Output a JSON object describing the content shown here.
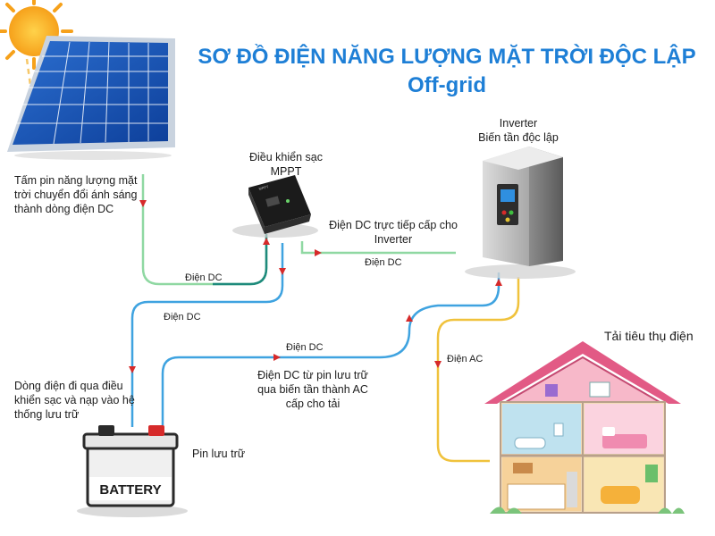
{
  "title": {
    "line1": "SƠ ĐỒ ĐIỆN NĂNG LƯỢNG MẶT TRỜI ĐỘC LẬP",
    "line2": "Off-grid"
  },
  "panel": {
    "description": [
      "Tấm pin năng lượng mặt",
      "trời chuyển đổi ánh sáng",
      "thành dòng điện DC"
    ]
  },
  "controller": {
    "label": [
      "Điều khiển sạc",
      "MPPT"
    ]
  },
  "inverter": {
    "label": [
      "Inverter",
      "Biến tần độc lập"
    ]
  },
  "flows": {
    "dc_direct_to_inverter": [
      "Điện DC trực tiếp cấp cho",
      "Inverter"
    ],
    "dc_inverter_label": "Điện DC",
    "dc_panel_label": "Điện DC",
    "dc_battery_label": "Điện DC",
    "dc_storage_label": "Điện DC",
    "storage_desc": [
      "Điện DC từ pin lưu trữ",
      "qua biến tần thành AC",
      "cấp cho tải"
    ],
    "ac_label": "Điện AC"
  },
  "battery": {
    "charge_desc": [
      "Dòng điện đi qua điều",
      "khiển sạc và nạp vào hệ",
      "thống lưu trữ"
    ],
    "label": "Pin lưu trữ",
    "case_text": "BATTERY"
  },
  "load": {
    "label": "Tải tiêu thụ điện"
  },
  "colors": {
    "title": "#1e7fd6",
    "wire_green": "#8fd8a2",
    "wire_teal": "#1e8a7c",
    "wire_blue": "#3fa3e0",
    "wire_ac": "#f0c23c",
    "arrow_red": "#d62a2a"
  },
  "icons": [
    "sun-icon",
    "solar-panel-icon",
    "mppt-controller-icon",
    "inverter-icon",
    "battery-icon",
    "house-icon"
  ]
}
